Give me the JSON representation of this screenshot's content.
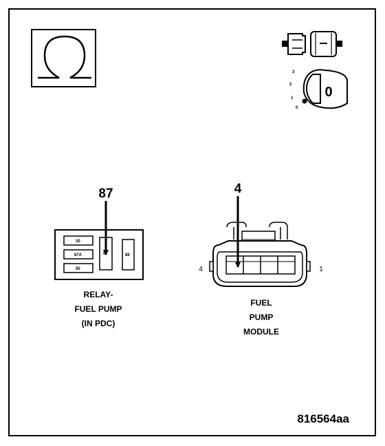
{
  "ohmmeter_symbol": "Ω",
  "ignition": {
    "positions": [
      "3",
      "2",
      "1",
      "0"
    ],
    "key_position": "0"
  },
  "relay": {
    "pin_callout": "87",
    "pins": [
      "30",
      "87A",
      "85",
      "87",
      "86"
    ],
    "caption": [
      "RELAY-",
      "FUEL PUMP",
      "(IN PDC)"
    ]
  },
  "fuel_pump_module": {
    "pin_callout": "4",
    "end_left": "4",
    "end_right": "1",
    "caption": [
      "FUEL",
      "PUMP",
      "MODULE"
    ]
  },
  "figure_id": "816564aa"
}
